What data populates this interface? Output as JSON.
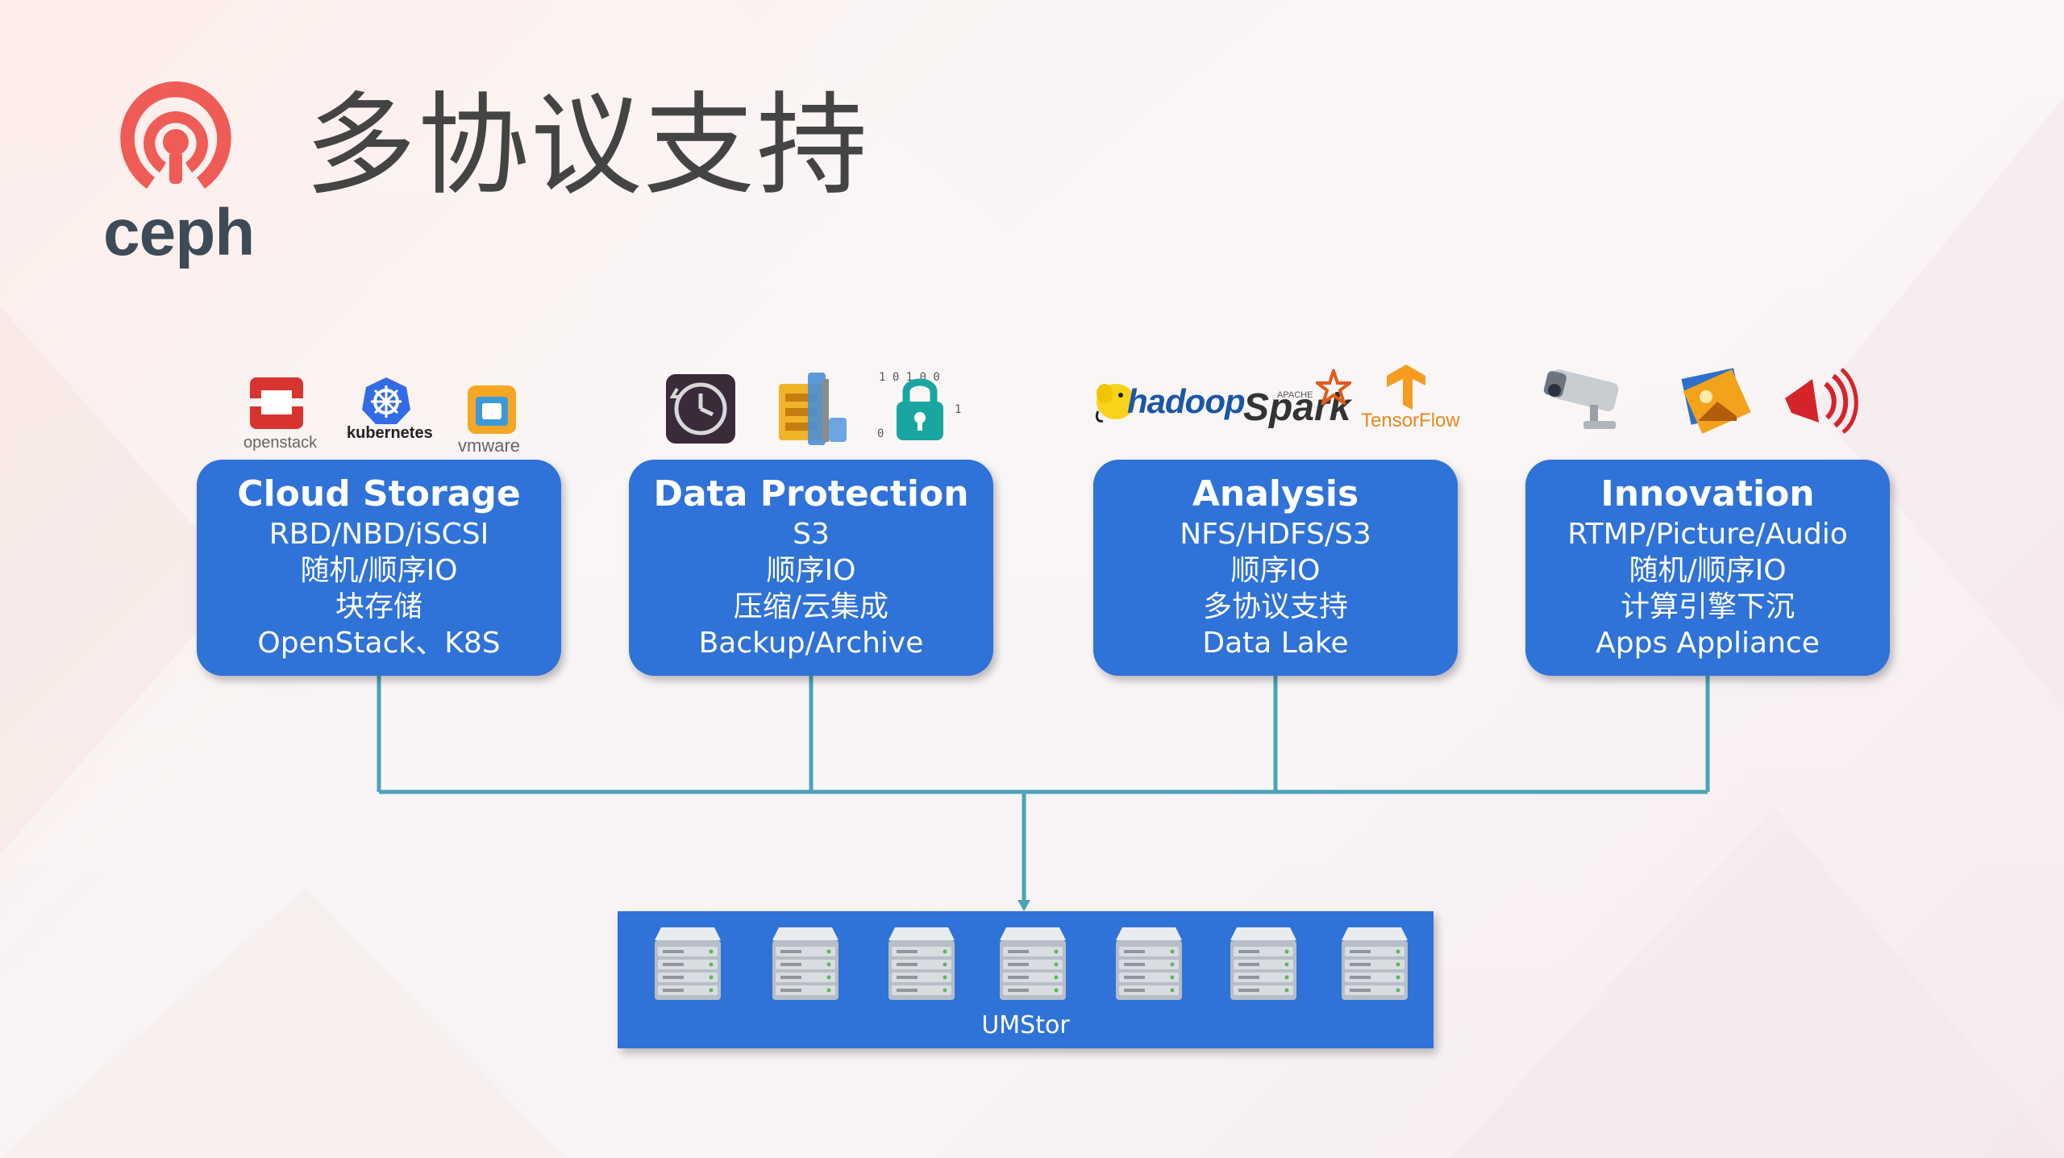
{
  "title": "多协议支持",
  "logo": {
    "wordmark": "ceph",
    "color": "#ef5c55"
  },
  "cards": [
    {
      "title": "Cloud Storage",
      "lines": [
        "RBD/NBD/iSCSI",
        "随机/顺序IO",
        "块存储",
        "OpenStack、K8S"
      ]
    },
    {
      "title": "Data Protection",
      "lines": [
        "S3",
        "顺序IO",
        "压缩/云集成",
        "Backup/Archive"
      ]
    },
    {
      "title": "Analysis",
      "lines": [
        "NFS/HDFS/S3",
        "顺序IO",
        "多协议支持",
        "Data Lake"
      ]
    },
    {
      "title": "Innovation",
      "lines": [
        "RTMP/Picture/Audio",
        "随机/顺序IO",
        "计算引擎下沉",
        "Apps Appliance"
      ]
    }
  ],
  "logos": {
    "openstack": "openstack",
    "kubernetes": "kubernetes",
    "vmware": "vmware",
    "hadoop": "hadoop",
    "spark_small": "APACHE",
    "spark": "Spark",
    "tensorflow": "TensorFlow"
  },
  "storage": {
    "label": "UMStor",
    "server_count": 7
  },
  "colors": {
    "card": "#2f72d8",
    "connector": "#4aa3b8",
    "title_text": "#444444"
  }
}
